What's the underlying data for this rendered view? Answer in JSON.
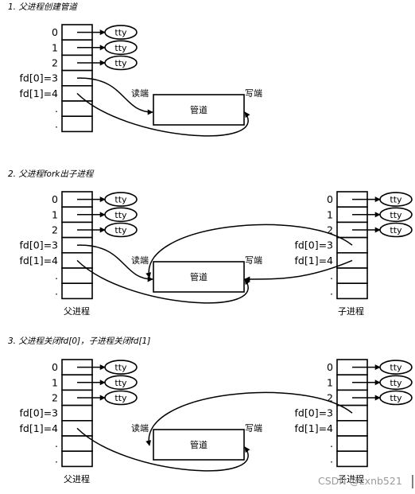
{
  "figure": {
    "tty_label": "tty",
    "pipe_label": "管道",
    "read_end_label": "读端",
    "write_end_label": "写端",
    "fd_labels": [
      "0",
      "1",
      "2",
      "fd[0]=3",
      "fd[1]=4",
      ".",
      "."
    ],
    "parent_caption": "父进程",
    "child_caption": "子进程",
    "watermark": "CSDN @zxnb521",
    "steps": [
      {
        "title": "1. 父进程创建管道"
      },
      {
        "title": "2. 父进程fork出子进程"
      },
      {
        "title": "3. 父进程关闭fd[0]，子进程关闭fd[1]"
      }
    ]
  }
}
